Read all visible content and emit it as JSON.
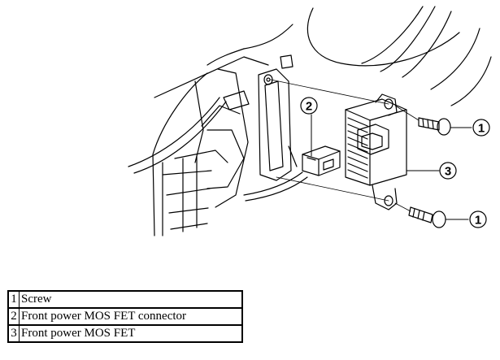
{
  "callouts": {
    "screw_upper": "1",
    "screw_lower": "1",
    "connector": "2",
    "mosfet": "3"
  },
  "legend": {
    "rows": [
      {
        "num": "1",
        "desc": "Screw"
      },
      {
        "num": "2",
        "desc": "Front power MOS FET connector"
      },
      {
        "num": "3",
        "desc": "Front power MOS FET"
      }
    ]
  }
}
